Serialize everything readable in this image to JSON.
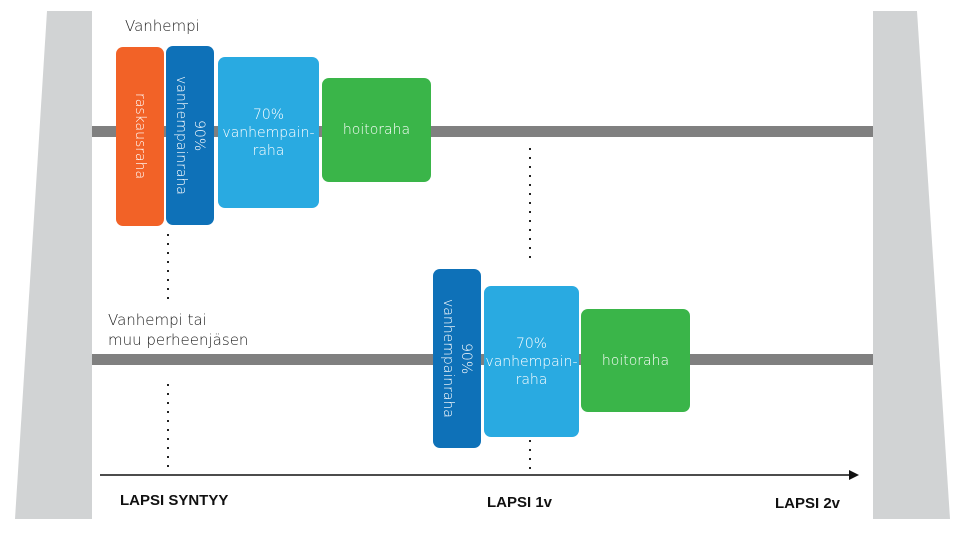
{
  "colors": {
    "orange": "#f26227",
    "dark_blue": "#0e71b8",
    "light_blue": "#29aae1",
    "green": "#3ab549",
    "track": "#808080",
    "frame": "#d1d3d4"
  },
  "rows": [
    {
      "label": "Vanhempi",
      "blocks": [
        {
          "text": "raskausraha",
          "color": "orange",
          "vertical": true
        },
        {
          "text": "90%\nvanhempainraha",
          "color": "dark_blue",
          "vertical": true
        },
        {
          "text": "70%\nvanhempain-\nraha",
          "color": "light_blue",
          "vertical": false
        },
        {
          "text": "hoitoraha",
          "color": "green",
          "vertical": false
        }
      ]
    },
    {
      "label": "Vanhempi tai\nmuu perheenjäsen",
      "blocks": [
        {
          "text": "90%\nvanhempainraha",
          "color": "dark_blue",
          "vertical": true
        },
        {
          "text": "70%\nvanhempain-\nraha",
          "color": "light_blue",
          "vertical": false
        },
        {
          "text": "hoitoraha",
          "color": "green",
          "vertical": false
        }
      ]
    }
  ],
  "timeline": {
    "labels": [
      "LAPSI SYNTYY",
      "LAPSI 1v",
      "LAPSI 2v"
    ]
  }
}
